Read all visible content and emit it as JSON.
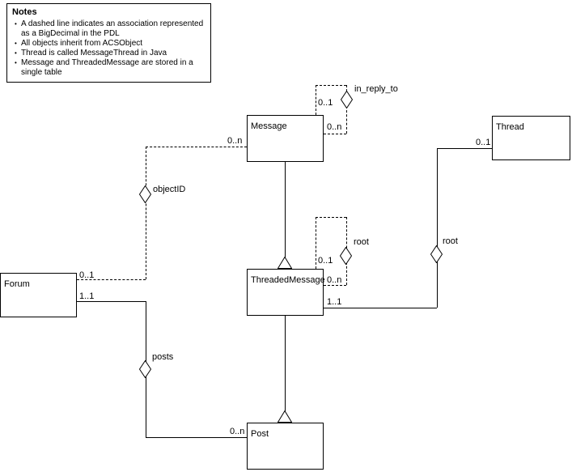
{
  "colors": {
    "stroke": "#000000",
    "fill": "#ffffff"
  },
  "notes": {
    "title": "Notes",
    "items": [
      "A dashed line indicates an association represented as a BigDecimal in the PDL",
      "All objects inherit from ACSObject",
      "Thread is called MessageThread in Java",
      "Message and ThreadedMessage are stored in a single table"
    ]
  },
  "entities": {
    "message": "Message",
    "thread": "Thread",
    "forum": "Forum",
    "threaded_message": "ThreadedMessage",
    "post": "Post"
  },
  "labels": {
    "in_reply_to": "in_reply_to",
    "objectid": "objectID",
    "root_self": "root",
    "root_thread": "root",
    "posts": "posts"
  },
  "mult": {
    "in_reply_to_parent": "0..1",
    "in_reply_to_children": "0..n",
    "objectid_message": "0..n",
    "objectid_forum": "0..1",
    "posts_forum": "1..1",
    "posts_post": "0..n",
    "root_self_parent": "0..1",
    "root_self_children": "0..n",
    "root_tm": "1..1",
    "root_thread": "0..1"
  }
}
